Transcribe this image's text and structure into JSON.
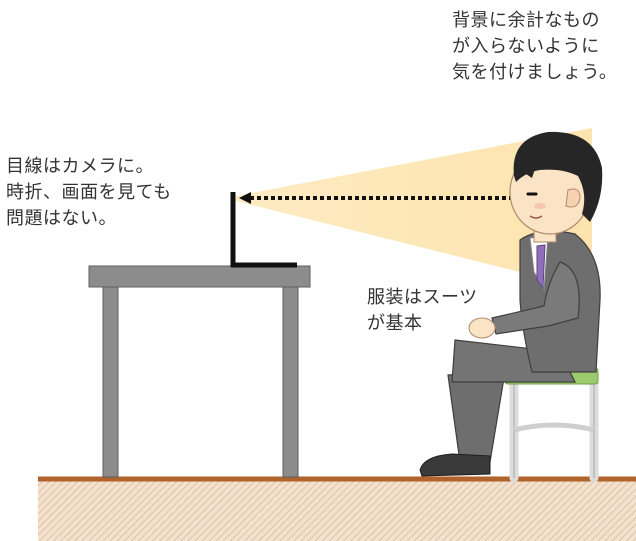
{
  "captions": {
    "background": "背景に余計なもの\nが入らないように\n気を付けましょう。",
    "eye_line": "目線はカメラに。\n時折、画面を見ても\n問題はない。",
    "attire": "服装はスーツ\nが基本"
  },
  "colors": {
    "floor_line": "#b0632a",
    "floor_fill": "#f3e2cf",
    "floor_hatch": "#d9b48e",
    "table": "#8c8c8c",
    "table_edge": "#5f5f5f",
    "camera_beam": "#fde4ae",
    "suit": "#6e6e6e",
    "hair": "#262626",
    "skin": "#fbe3c6",
    "tie": "#8f6fb8",
    "cushion": "#9ccb6e",
    "stool": "#dcdcdc"
  }
}
